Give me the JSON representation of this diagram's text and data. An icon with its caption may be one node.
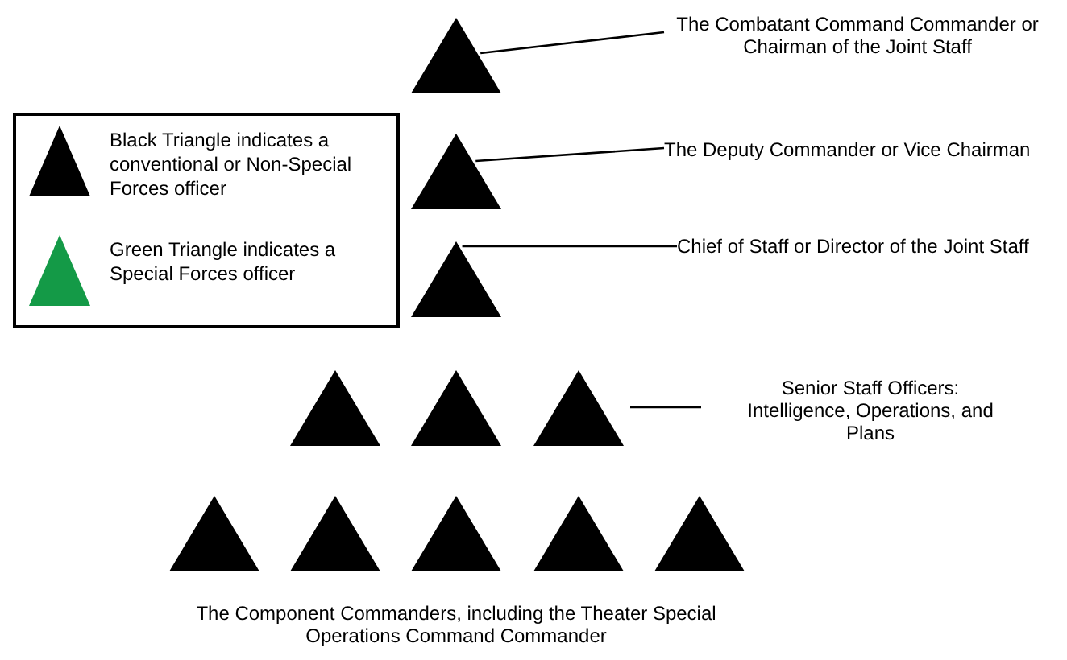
{
  "diagram": {
    "nodes": [
      {
        "text": [],
        "shape": "triangle"
      },
      {
        "text": [
          "The Combatant Command Commander or Chairman of the Joint Staff"
        ]
      },
      {
        "text": [],
        "shape": "triangle"
      },
      {
        "text": [
          "The Deputy Commander or Vice Chairman"
        ]
      },
      {
        "text": [],
        "shape": "triangle"
      },
      {
        "text": [
          "Chief of Staff or Director of the Joint Staff"
        ]
      },
      {
        "text": [],
        "shape": "triangle"
      },
      {
        "text": [],
        "shape": "triangle"
      },
      {
        "text": [],
        "shape": "triangle"
      },
      {
        "text": [
          "Senior Staff Officers: Intelligence, Operations, and Plans"
        ]
      },
      {
        "text": [],
        "shape": "triangle"
      },
      {
        "text": [],
        "shape": "triangle"
      },
      {
        "text": [],
        "shape": "triangle"
      },
      {
        "text": [],
        "shape": "triangle"
      },
      {
        "text": [],
        "shape": "triangle"
      }
    ],
    "edges": [
      {
        "from": 1,
        "to": 0,
        "arrow": "none"
      },
      {
        "from": 3,
        "to": 2,
        "arrow": "none"
      },
      {
        "from": 5,
        "to": 4,
        "arrow": "none"
      },
      {
        "from": 9,
        "to": 8,
        "arrow": "none"
      }
    ],
    "labels": [
      "The Component Commanders, including the Theater Special Operations Command Commander"
    ],
    "legend": [
      {
        "text": "Black Triangle indicates a conventional or Non-Special Forces officer",
        "color": "#000000"
      },
      {
        "text": "Green Triangle indicates a Special Forces officer",
        "color": "#149a47"
      }
    ]
  }
}
